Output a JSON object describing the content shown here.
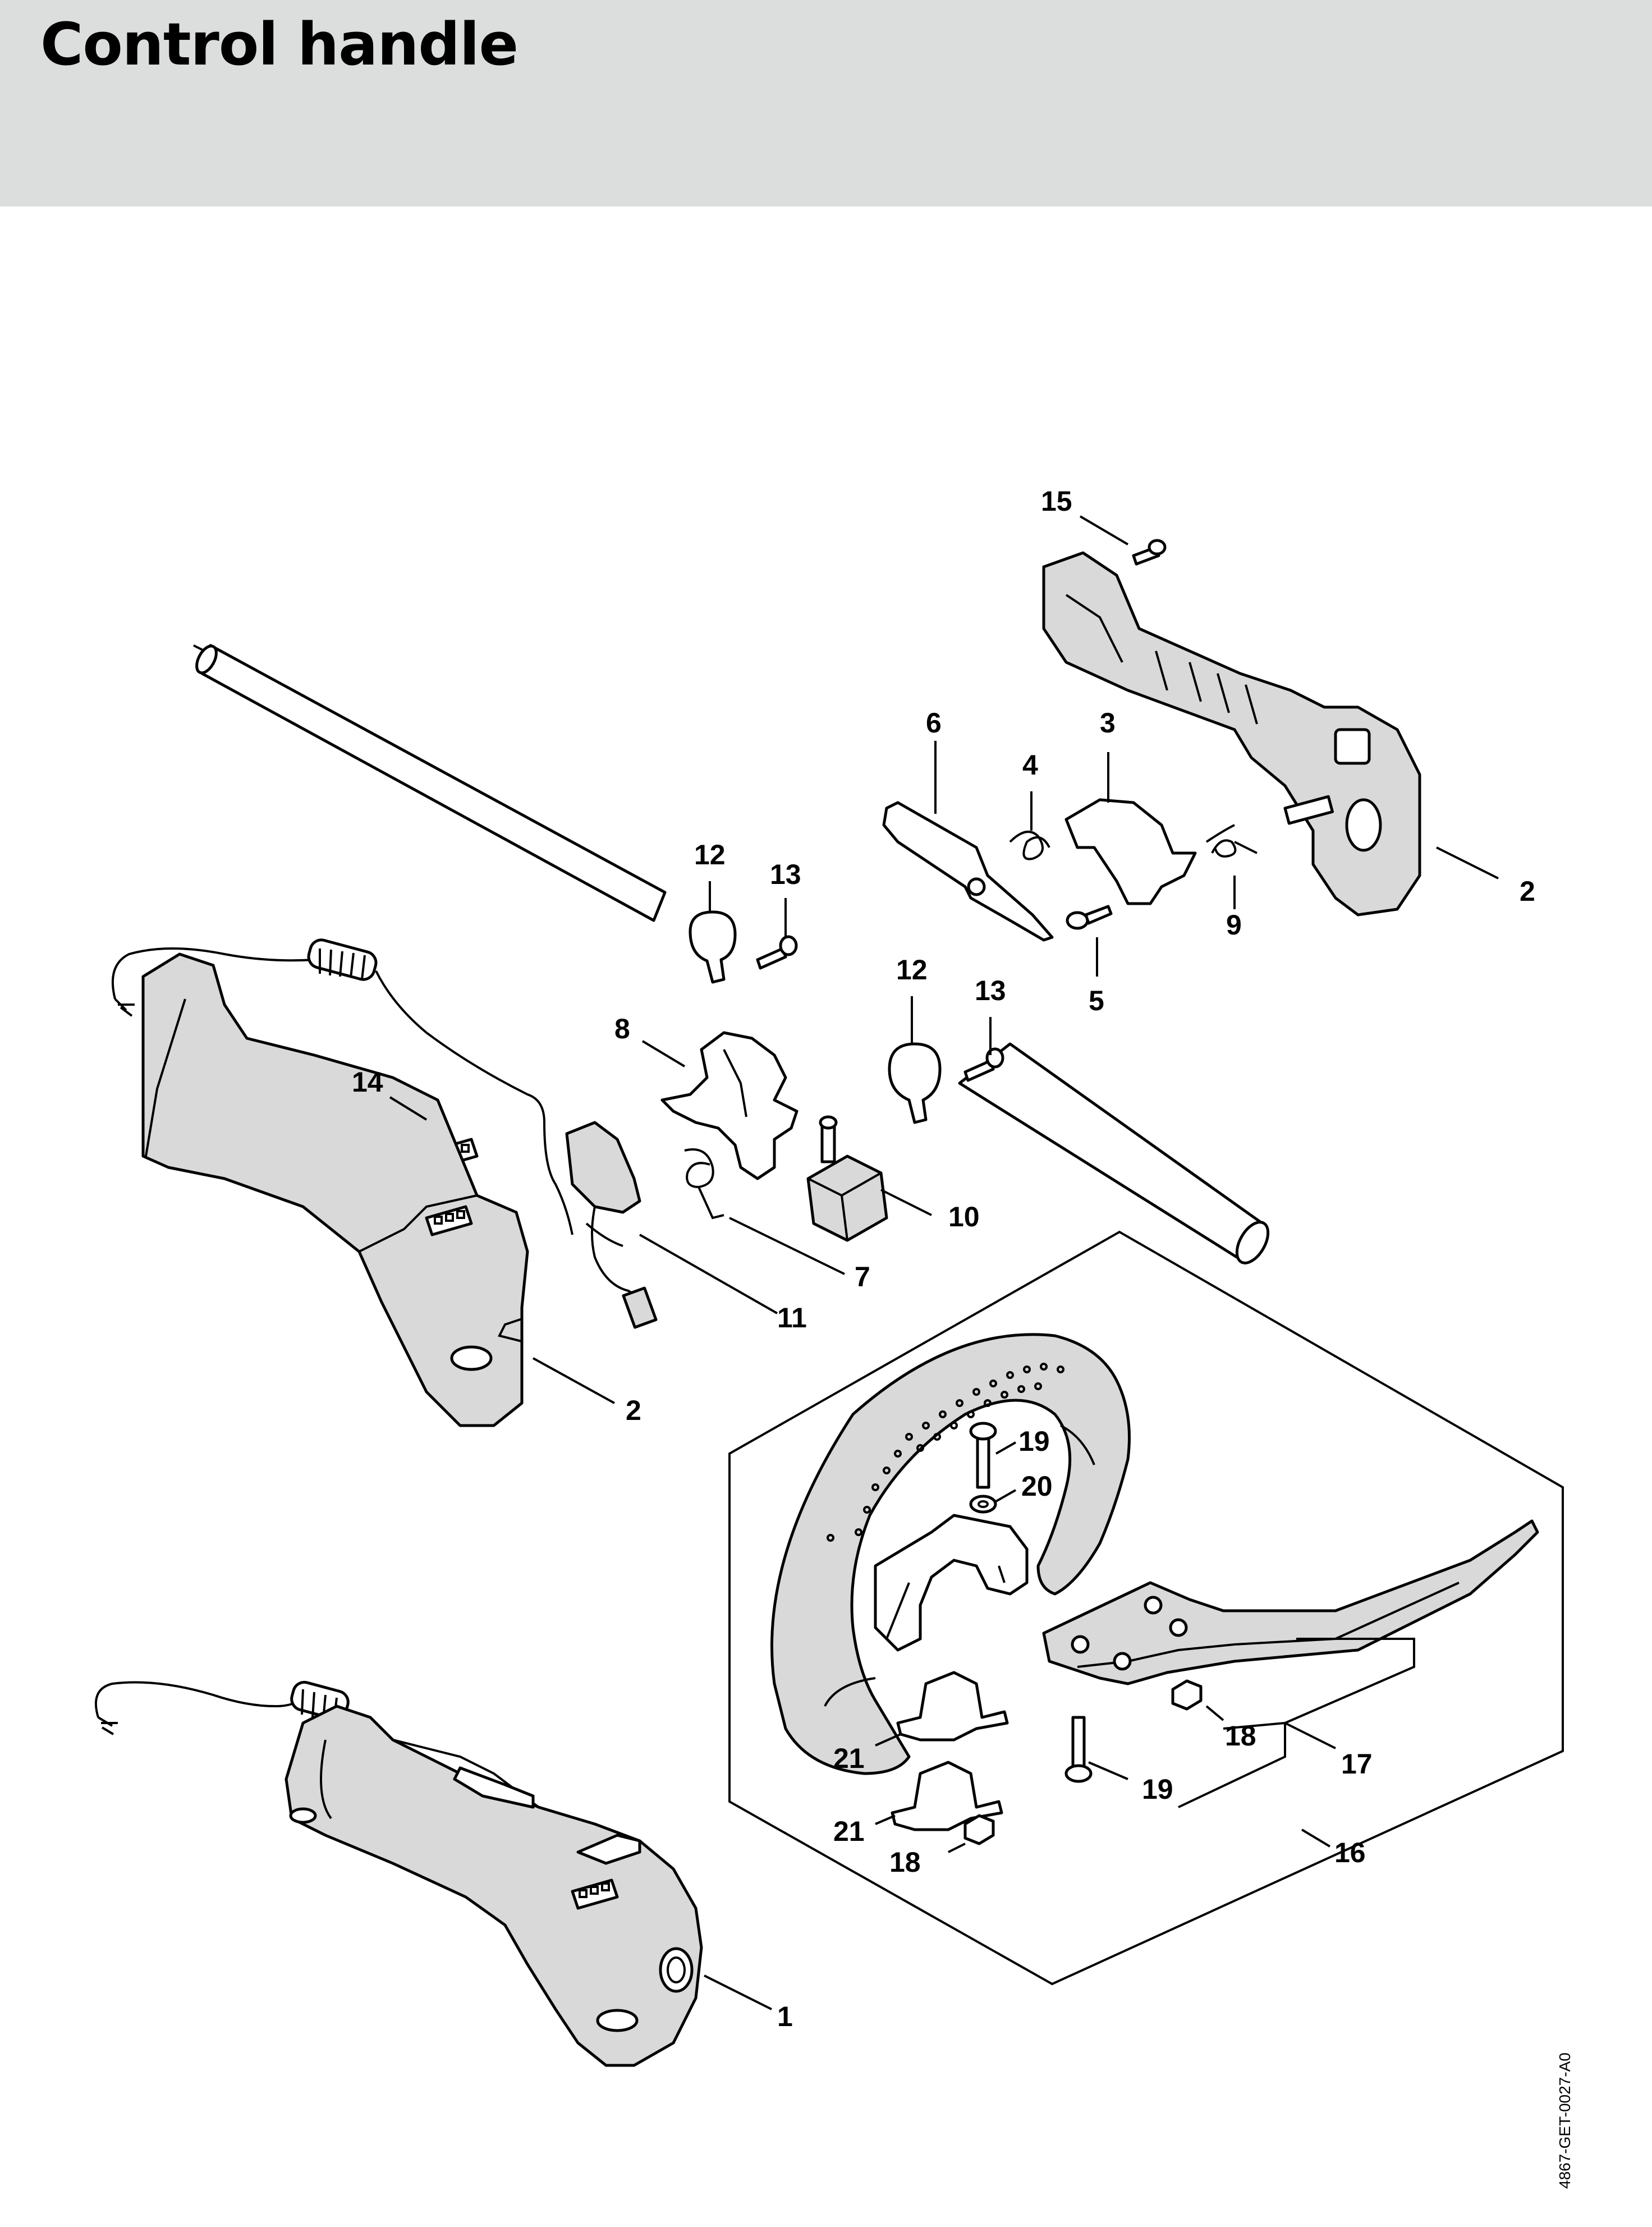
{
  "header": {
    "title": "Control handle"
  },
  "drawing_code": "4867-GET-0027-A0",
  "callouts": {
    "c15": "15",
    "c6": "6",
    "c4": "4",
    "c3": "3",
    "c9": "9",
    "c2a": "2",
    "c5": "5",
    "c12a": "12",
    "c13a": "13",
    "c12b": "12",
    "c13b": "13",
    "c8": "8",
    "c14": "14",
    "c10": "10",
    "c7": "7",
    "c11": "11",
    "c2b": "2",
    "c19a": "19",
    "c20": "20",
    "c18a": "18",
    "c17": "17",
    "c19b": "19",
    "c21a": "21",
    "c21b": "21",
    "c18b": "18",
    "c16": "16",
    "c1": "1"
  }
}
